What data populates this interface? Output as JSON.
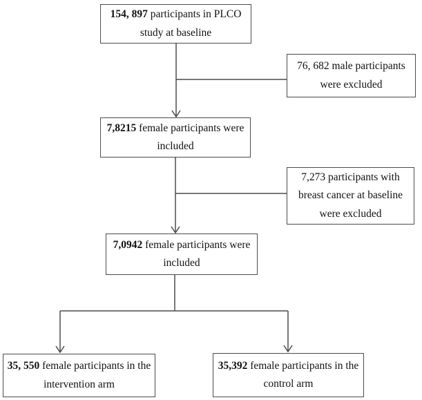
{
  "flow": {
    "baseline": {
      "value": "154, 897",
      "label": "participants in PLCO study at baseline"
    },
    "male_excluded": {
      "value": "76, 682",
      "label": "male participants were excluded"
    },
    "female_included": {
      "value": "7,8215",
      "label": "female participants were included"
    },
    "breast_cancer_excluded": {
      "value": "7,273",
      "label": "participants with breast cancer at baseline were excluded"
    },
    "female_included_final": {
      "value": "7,0942",
      "label": "female participants were included"
    },
    "intervention_arm": {
      "value": "35, 550",
      "label": "female participants in the intervention arm"
    },
    "control_arm": {
      "value": "35,392",
      "label": "female participants in the control arm"
    }
  }
}
